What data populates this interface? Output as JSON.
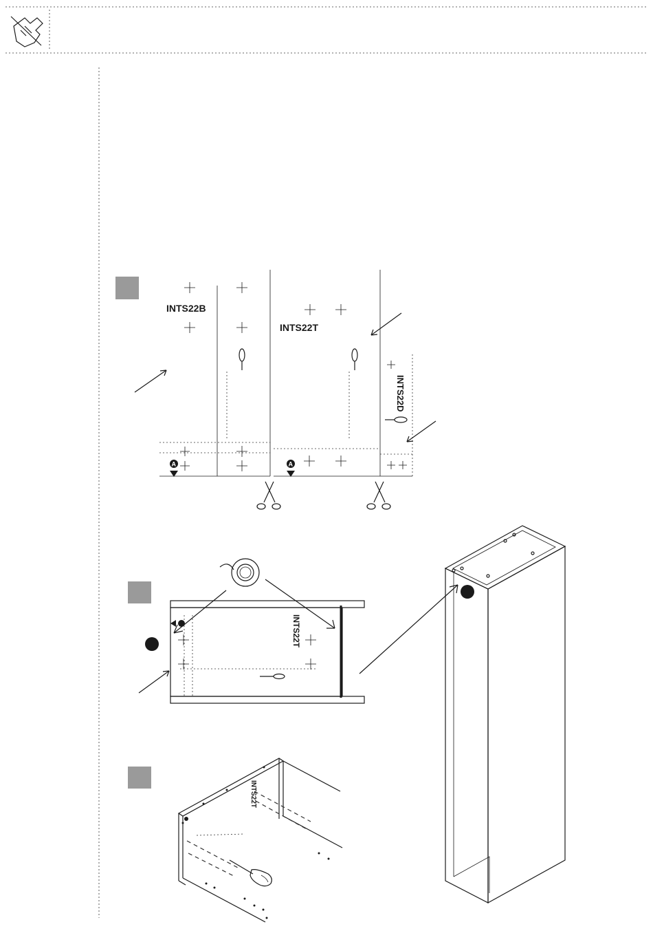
{
  "header": {
    "icon": "hand-assembly-icon"
  },
  "steps": [
    {
      "icon": "step-marker-1"
    },
    {
      "icon": "step-marker-2"
    },
    {
      "icon": "step-marker-3"
    }
  ],
  "template": {
    "panels": [
      {
        "label": "INTS22B",
        "marker": "A"
      },
      {
        "label": "INTS22T",
        "marker": "A"
      },
      {
        "label": "INTS22D"
      }
    ]
  },
  "step2": {
    "panel_label": "INTS22T",
    "tool": "tape-roll-icon"
  },
  "step3": {
    "panel_label": "INTS22T",
    "tool": "screwdriver-icon"
  },
  "colors": {
    "step_marker": "#9a9a9a",
    "ink": "#1a1a1a"
  }
}
